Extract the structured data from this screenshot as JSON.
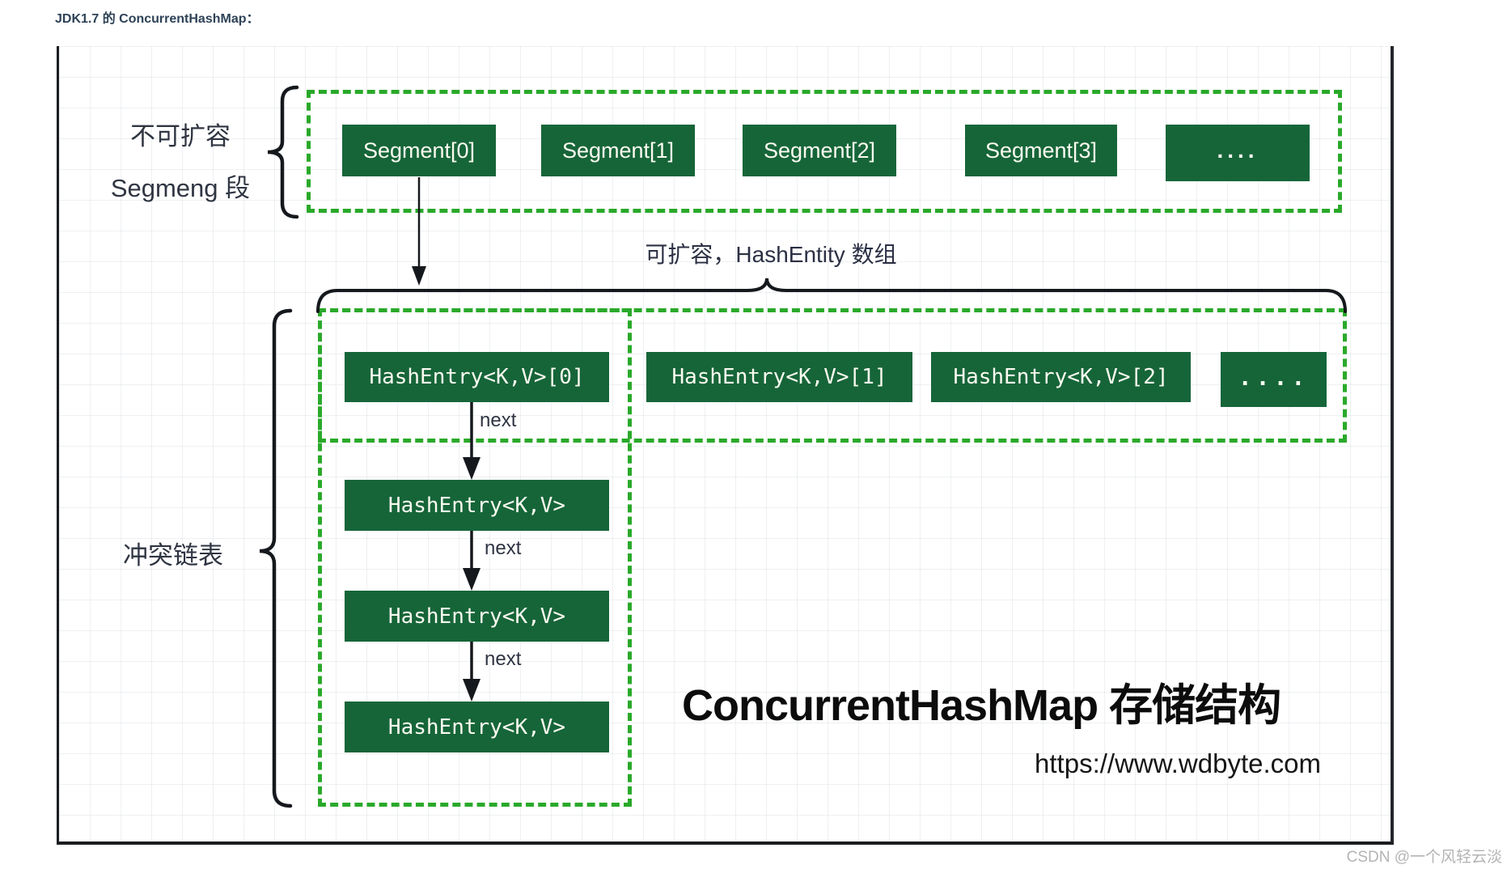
{
  "page": {
    "header": "JDK1.7 的 ConcurrentHashMap：",
    "watermark": "CSDN @一个风轻云淡"
  },
  "diagram": {
    "title": "ConcurrentHashMap 存储结构",
    "url": "https://www.wdbyte.com",
    "colors": {
      "node_fill_green": "#166539",
      "dashed_border_green": "#2aa92a",
      "node_text": "#fbfbf0",
      "label_text": "#2f3542"
    },
    "segments": {
      "label_line1": "不可扩容",
      "label_line2": "Segmeng 段",
      "boxes": [
        "Segment[0]",
        "Segment[1]",
        "Segment[2]",
        "Segment[3]",
        "...."
      ]
    },
    "hash_array": {
      "label": "可扩容，HashEntity 数组",
      "boxes": [
        "HashEntry<K,V>[0]",
        "HashEntry<K,V>[1]",
        "HashEntry<K,V>[2]",
        "...."
      ]
    },
    "chain": {
      "label": "冲突链表",
      "edge_label": "next",
      "nodes": [
        "HashEntry<K,V>",
        "HashEntry<K,V>",
        "HashEntry<K,V>"
      ]
    }
  }
}
